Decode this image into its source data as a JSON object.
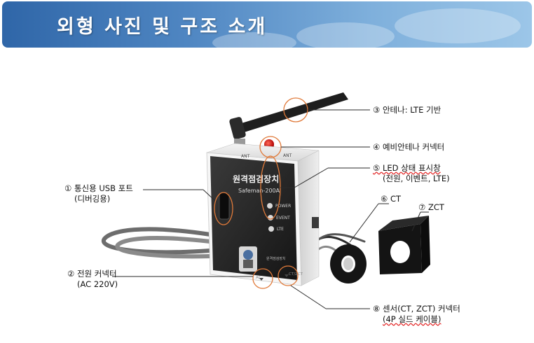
{
  "banner": {
    "title": "외형 사진 및 구조 소개"
  },
  "device": {
    "name_ko": "원격점검장치",
    "model": "Safeman-200A",
    "led_labels": [
      "POWER",
      "EVENT",
      "LTE"
    ],
    "top_label_left": "ANT",
    "top_label_right": "ANT",
    "bottom_label_left": "AC",
    "bottom_label_right": "CT/ZCT",
    "front_footer": "원격점검장치"
  },
  "callouts": [
    {
      "id": "3",
      "text": "③ 안테나: LTE 기반"
    },
    {
      "id": "4",
      "text": "④ 예비안테나 커넥터"
    },
    {
      "id": "5",
      "line1": "⑤ LED 상태 표시창",
      "line2": "(전원, 이벤트, LTE)"
    },
    {
      "id": "6",
      "text": "⑥ CT"
    },
    {
      "id": "7",
      "text": "⑦ ZCT"
    },
    {
      "id": "1",
      "line1": "① 통신용 USB 포트",
      "line2": "(디버깅용)"
    },
    {
      "id": "2",
      "line1": "② 전원 커넥터",
      "line2": "(AC 220V)"
    },
    {
      "id": "8",
      "line1": "⑧ 센서(CT, ZCT) 커넥터",
      "line2": "(4P 실드 케이블)"
    }
  ],
  "colors": {
    "accent": "#e07a3a",
    "banner": "#3f77b8"
  }
}
